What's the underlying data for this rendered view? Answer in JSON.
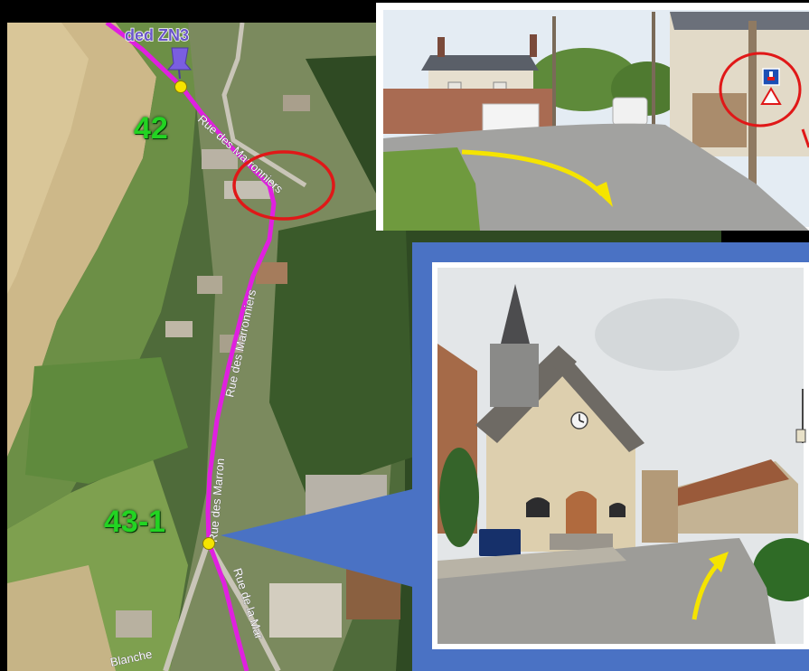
{
  "map": {
    "top_label": "ded ZN3",
    "waypoints": [
      {
        "id": "42",
        "label": "42"
      },
      {
        "id": "43-1",
        "label": "43-1"
      }
    ],
    "streets": {
      "marronniers_1": "Rue des Marronniers",
      "marronniers_2": "Rue des Marronniers",
      "marronniers_3": "Rue des Marron",
      "mare": "Rue de la Mar",
      "blanche": "Blanche"
    },
    "route_color": "#e020e0",
    "waypoint_color": "#f5e400",
    "highlight_color": "#e01818"
  },
  "photos": {
    "street_view": {
      "description_icon": "no-through-road-sign-icon"
    },
    "church_view": {
      "description_icon": "church-icon"
    }
  },
  "colors": {
    "label_green": "#22d422",
    "callout_blue": "#4a72c4",
    "arrow_yellow": "#f5e400"
  }
}
